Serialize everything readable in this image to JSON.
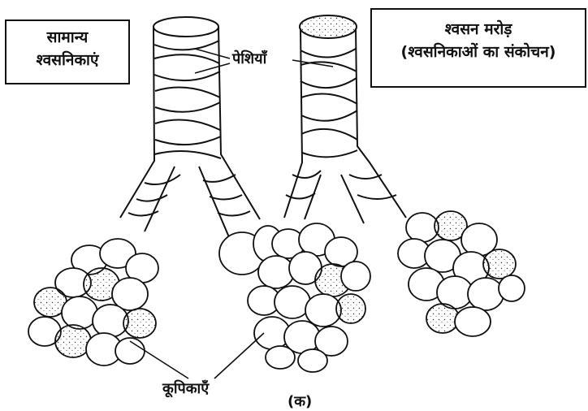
{
  "left_box": {
    "line1": "सामान्य",
    "line2": "श्वसनिकाएं"
  },
  "right_box": {
    "line1": "श्वसन मरोड़",
    "line2": "(श्वसनिकाओं का संकोचन)"
  },
  "muscles_label": "पेशियाँ",
  "alveoli_label": "कूपिकाएँ",
  "figure_label": "(क)"
}
